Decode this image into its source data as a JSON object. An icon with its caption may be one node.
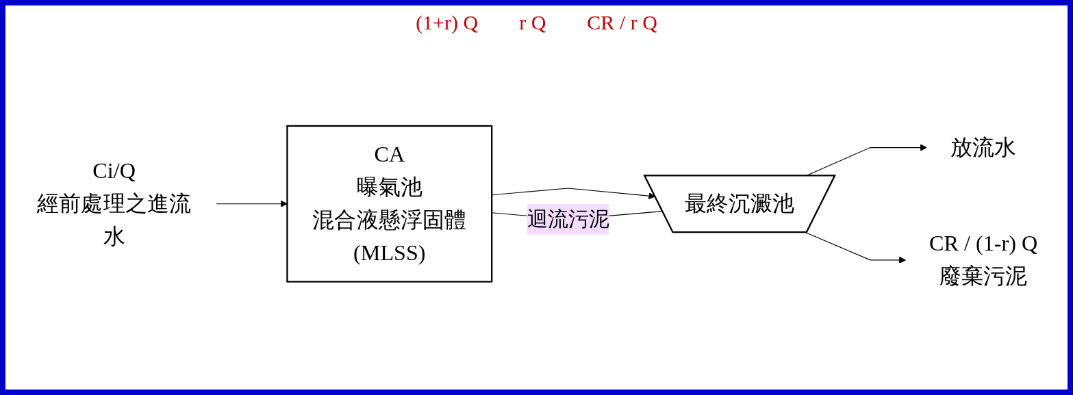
{
  "diagram": {
    "nodes": [
      {
        "text": [
          "Ci/Q",
          "經前處理之進流水"
        ]
      },
      {
        "text": [
          "CA",
          "曝氣池",
          "混合液懸浮固體(MLSS)"
        ]
      },
      {
        "text": [
          "最終沉澱池"
        ]
      },
      {
        "text": [
          "放流水"
        ]
      },
      {
        "text": [
          "CR / (1-r) Q",
          "廢棄污泥"
        ]
      }
    ],
    "edges": [
      {
        "from": 0,
        "to": 1,
        "arrow": "to"
      },
      {
        "from": 1,
        "to": 2,
        "arrow": "to"
      },
      {
        "from": 2,
        "to": 3,
        "arrow": "to"
      },
      {
        "from": 2,
        "to": 1,
        "arrow": "none",
        "label": "迴流污泥"
      },
      {
        "from": 2,
        "to": 4,
        "arrow": "to"
      }
    ],
    "labels": [
      "(1+r) Q",
      "r Q",
      "CR / r Q"
    ]
  }
}
